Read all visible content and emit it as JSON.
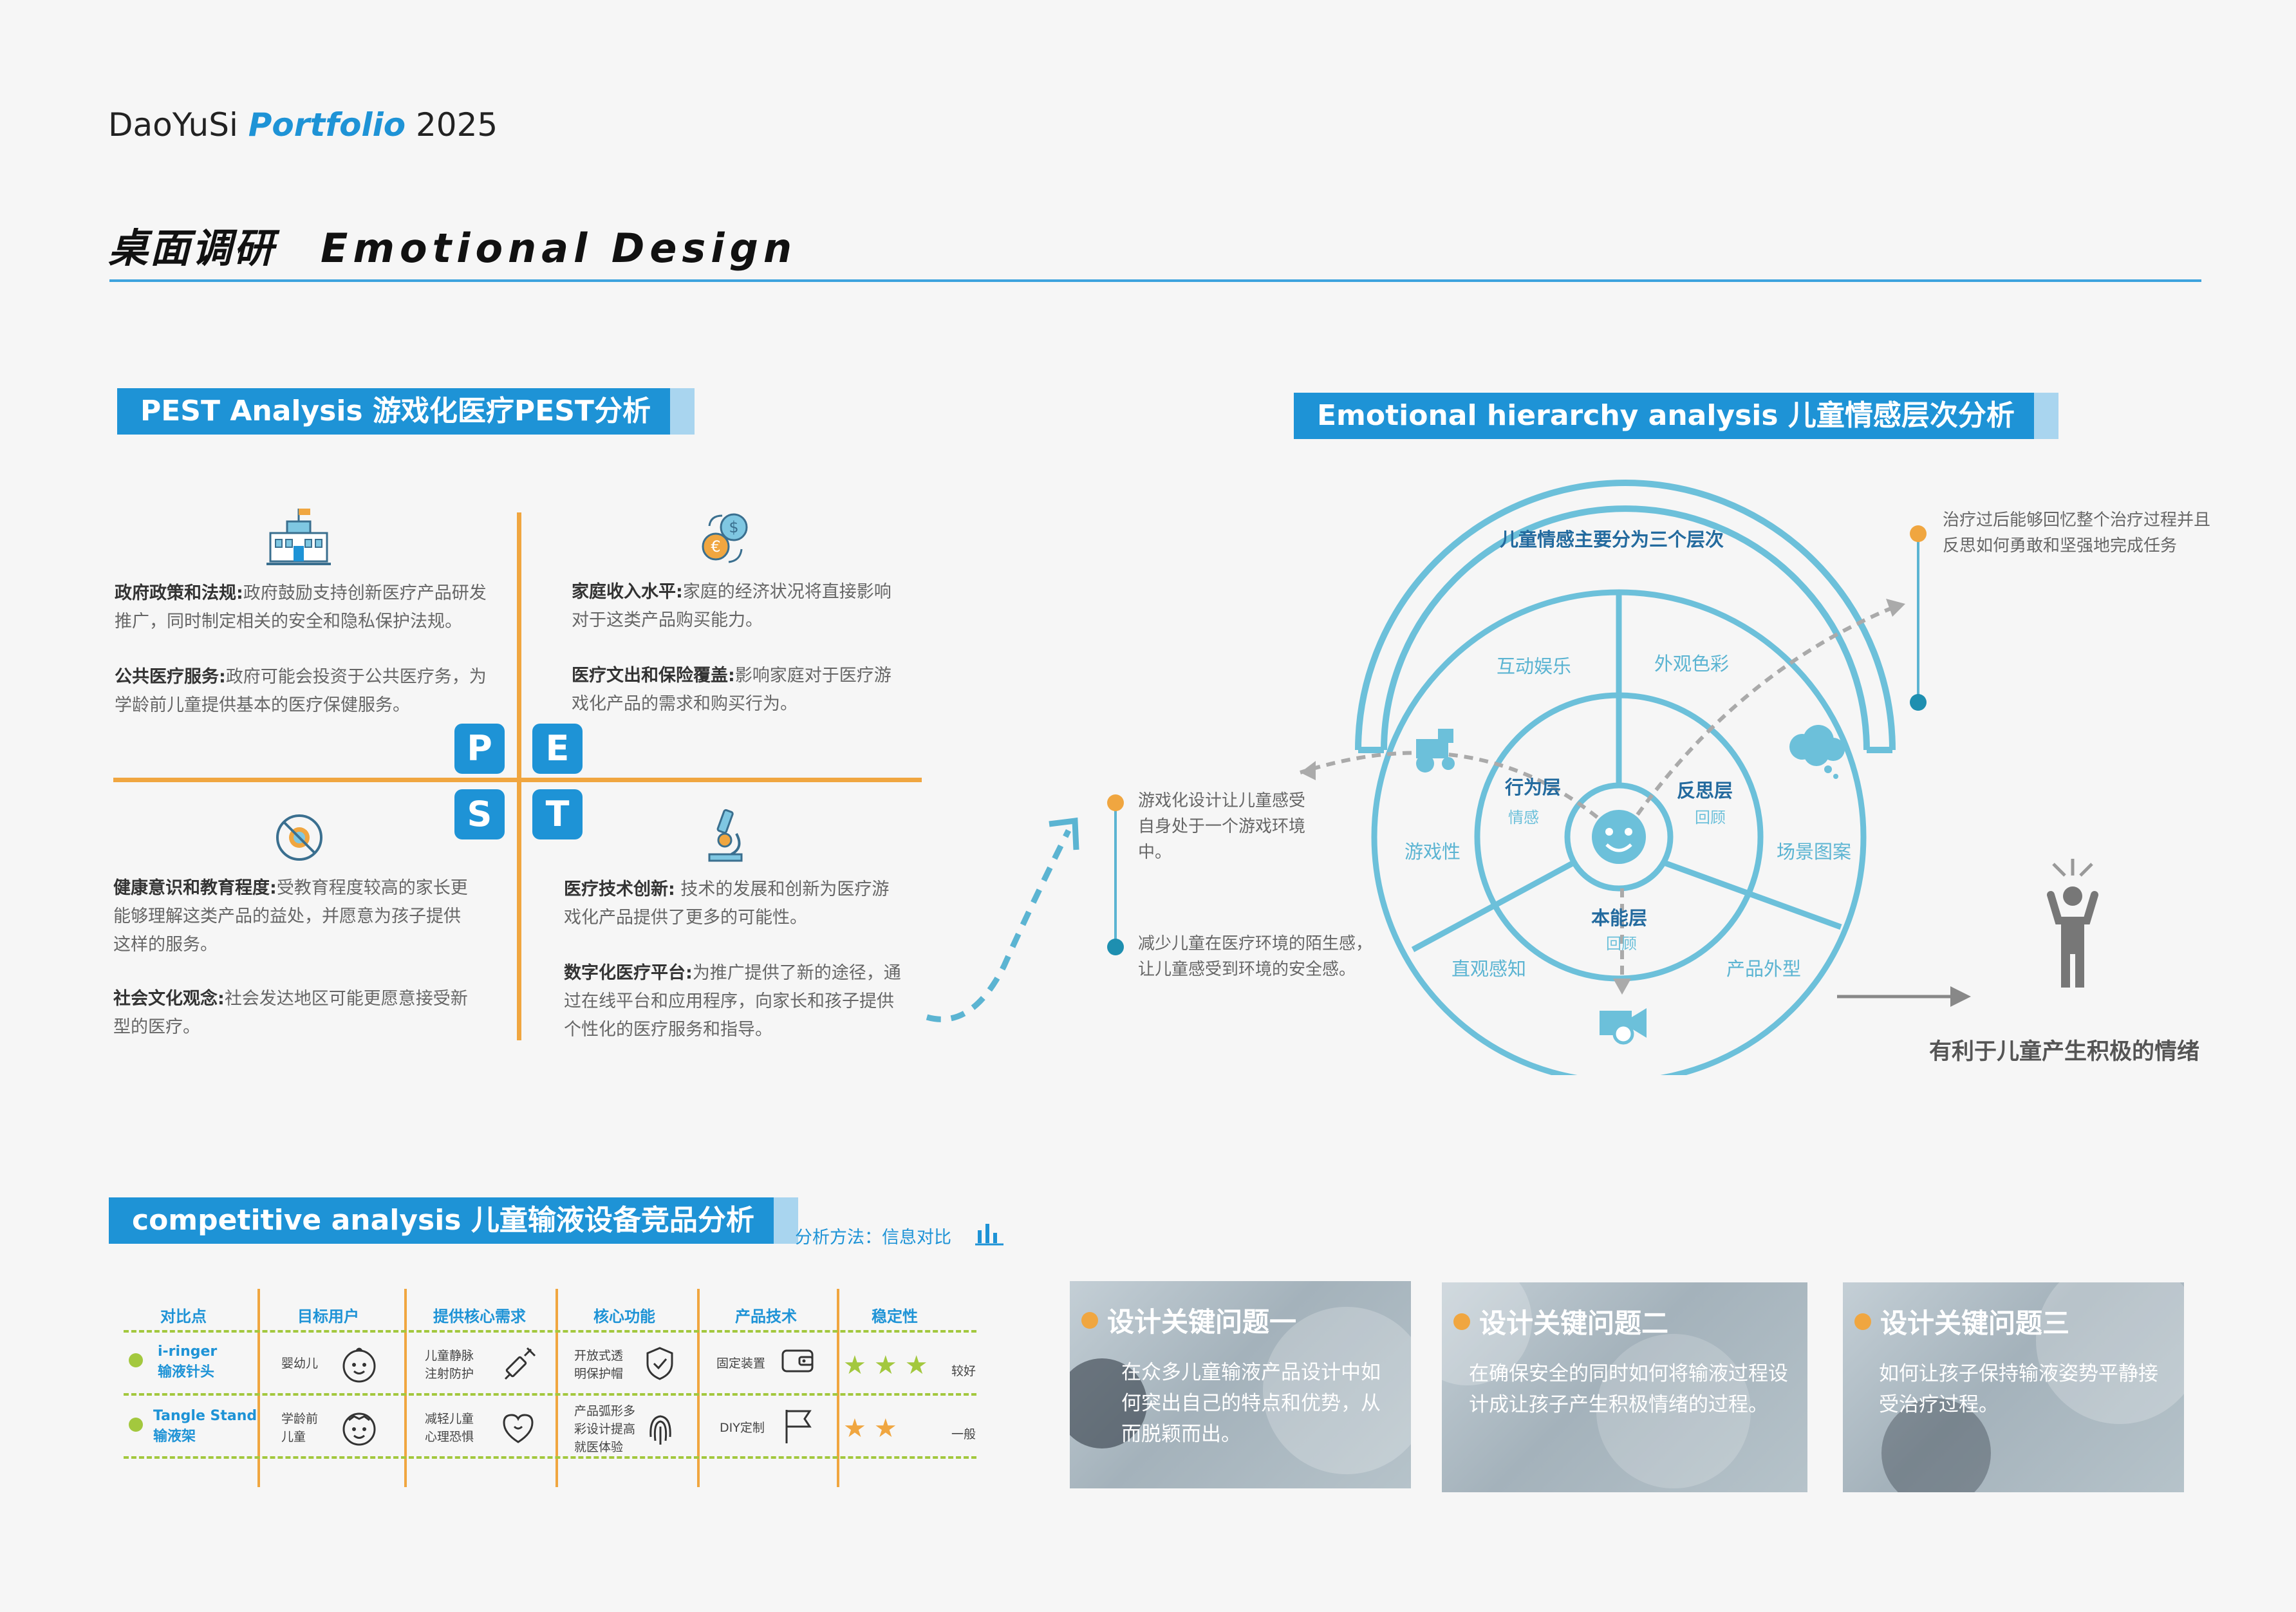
{
  "header": {
    "brand_name": "DaoYuSi",
    "brand_accent": "Portfolio",
    "brand_year": "2025",
    "title_cn": "桌面调研",
    "title_en": "Emotional Design"
  },
  "pest": {
    "title": "PEST Analysis 游戏化医疗PEST分析",
    "letters": {
      "p": "P",
      "e": "E",
      "s": "S",
      "t": "T"
    },
    "p_items": [
      {
        "label": "政府政策和法规:",
        "text": "政府鼓励支持创新医疗产品研发推广，同时制定相关的安全和隐私保护法规。"
      },
      {
        "label": "公共医疗服务:",
        "text": "政府可能会投资于公共医疗务，为学龄前儿童提供基本的医疗保健服务。"
      }
    ],
    "e_items": [
      {
        "label": "家庭收入水平:",
        "text": "家庭的经济状况将直接影响对于这类产品购买能力。"
      },
      {
        "label": "医疗文出和保险覆盖:",
        "text": "影响家庭对于医疗游戏化产品的需求和购买行为。"
      }
    ],
    "s_items": [
      {
        "label": "健康意识和教育程度:",
        "text": "受教育程度较高的家长更能够理解这类产品的益处，并愿意为孩子提供这样的服务。"
      },
      {
        "label": "社会文化观念:",
        "text": "社会发达地区可能更愿意接受新型的医疗。"
      }
    ],
    "t_items": [
      {
        "label": "医疗技术创新:",
        "text": " 技术的发展和创新为医疗游戏化产品提供了更多的可能性。"
      },
      {
        "label": "数字化医疗平台:",
        "text": "为推广提供了新的途径，通过在线平台和应用程序，向家长和孩子提供个性化的医疗服务和指导。"
      }
    ]
  },
  "emotional": {
    "title": "Emotional hierarchy analysis 儿童情感层次分析",
    "arc_title": "儿童情感主要分为三个层次",
    "outer_segments": [
      "互动娱乐",
      "外观色彩",
      "游戏性",
      "场景图案",
      "直观感知",
      "产品外型"
    ],
    "layers": [
      {
        "name": "行为层",
        "sub": "情感"
      },
      {
        "name": "反思层",
        "sub": "回顾"
      },
      {
        "name": "本能层",
        "sub": "回顾"
      }
    ],
    "left_notes": [
      "游戏化设计让儿童感受自身处于一个游戏环境中。",
      "减少儿童在医疗环境的陌生感，让儿童感受到环境的安全感。"
    ],
    "right_note": "治疗过后能够回忆整个治疗过程并且反思如何勇敢和坚强地完成任务",
    "result": "有利于儿童产生积极的情绪",
    "colors": {
      "ring": "#6cc0da",
      "orange": "#f0a640",
      "teal": "#1e8fb0"
    }
  },
  "competitive": {
    "title": "competitive analysis 儿童输液设备竞品分析",
    "method": "分析方法：信息对比",
    "headers": [
      "对比点",
      "目标用户",
      "提供核心需求",
      "核心功能",
      "产品技术",
      "稳定性"
    ],
    "rows": [
      {
        "product": [
          "i-ringer",
          "输液针头"
        ],
        "user": [
          "婴幼儿"
        ],
        "need": [
          "儿童静脉",
          "注射防护"
        ],
        "func": [
          "开放式透",
          "明保护帽"
        ],
        "tech": [
          "固定装置"
        ],
        "rating": 3,
        "rating_label": "较好",
        "stars": "★★★"
      },
      {
        "product": [
          "Tangle Stand",
          "输液架"
        ],
        "user": [
          "学龄前",
          "儿童"
        ],
        "need": [
          "减轻儿童",
          "心理恐惧"
        ],
        "func": [
          "产品弧形多",
          "彩设计提高",
          "就医体验"
        ],
        "tech": [
          "DIY定制"
        ],
        "rating": 2,
        "rating_label": "一般",
        "stars": "★★"
      }
    ],
    "colors": {
      "accent": "#1e93d6",
      "star1": "#a3c83e",
      "star2": "#f0a640"
    }
  },
  "questions": [
    {
      "title": "设计关键问题一",
      "text": "在众多儿童输液产品设计中如何突出自己的特点和优势，从而脱颖而出。"
    },
    {
      "title": "设计关键问题二",
      "text": "在确保安全的同时如何将输液过程设计成让孩子产生积极情绪的过程。"
    },
    {
      "title": "设计关键问题三",
      "text": "如何让孩子保持输液姿势平静接受治疗过程。"
    }
  ]
}
